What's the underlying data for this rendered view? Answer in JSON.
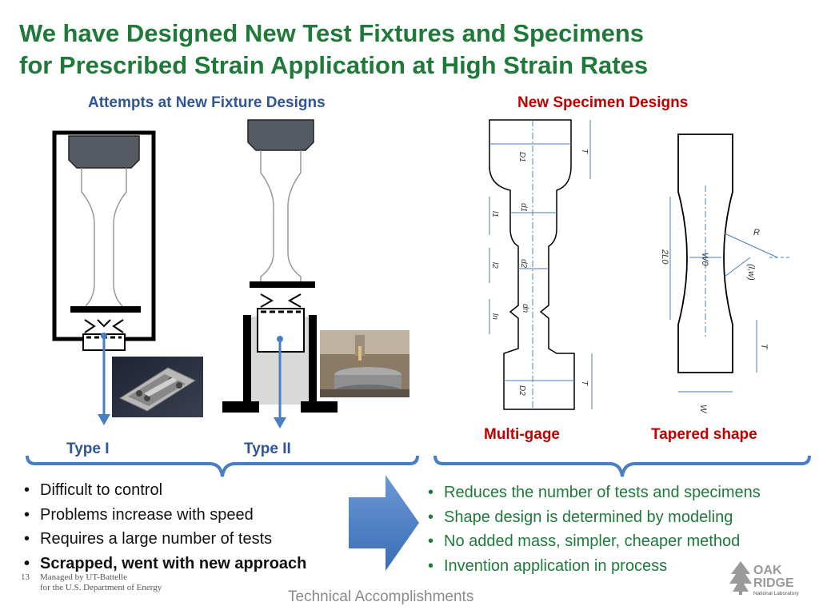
{
  "title": {
    "line1": "We have Designed New Test Fixtures and Specimens",
    "line2": "for Prescribed Strain Application at High Strain Rates"
  },
  "left_section": {
    "heading": "Attempts at New Fixture Designs",
    "type1_label": "Type I",
    "type2_label": "Type II",
    "bullets": [
      "Difficult to control",
      "Problems increase with speed",
      "Requires a large number of tests",
      "Scrapped, went with new approach"
    ]
  },
  "right_section": {
    "heading": "New  Specimen Designs",
    "multigage_label": "Multi-gage",
    "tapered_label": "Tapered shape",
    "bullets": [
      "Reduces the number of tests and specimens",
      "Shape design is determined by modeling",
      "No added mass, simpler, cheaper method",
      "Invention application in process"
    ],
    "multigage_dims": [
      "D1",
      "T",
      "d1",
      "l1",
      "d2",
      "l2",
      "dn",
      "ln",
      "D2",
      "T"
    ],
    "tapered_dims": [
      "R",
      "2L0",
      "W0",
      "(l,w)",
      "T",
      "W"
    ]
  },
  "footer": {
    "page_number": "13",
    "managed_line1": "Managed by UT-Battelle",
    "managed_line2": "for the U.S. Department of Energy",
    "section": "Technical Accomplishments",
    "logo_text1": "OAK",
    "logo_text2": "RIDGE",
    "logo_text3": "National Laboratory"
  },
  "colors": {
    "title_green": "#1f7a3a",
    "heading_blue": "#2f5597",
    "heading_red": "#c00000",
    "arrow_blue": "#4a7ec4",
    "grip_gray": "#555a63"
  }
}
